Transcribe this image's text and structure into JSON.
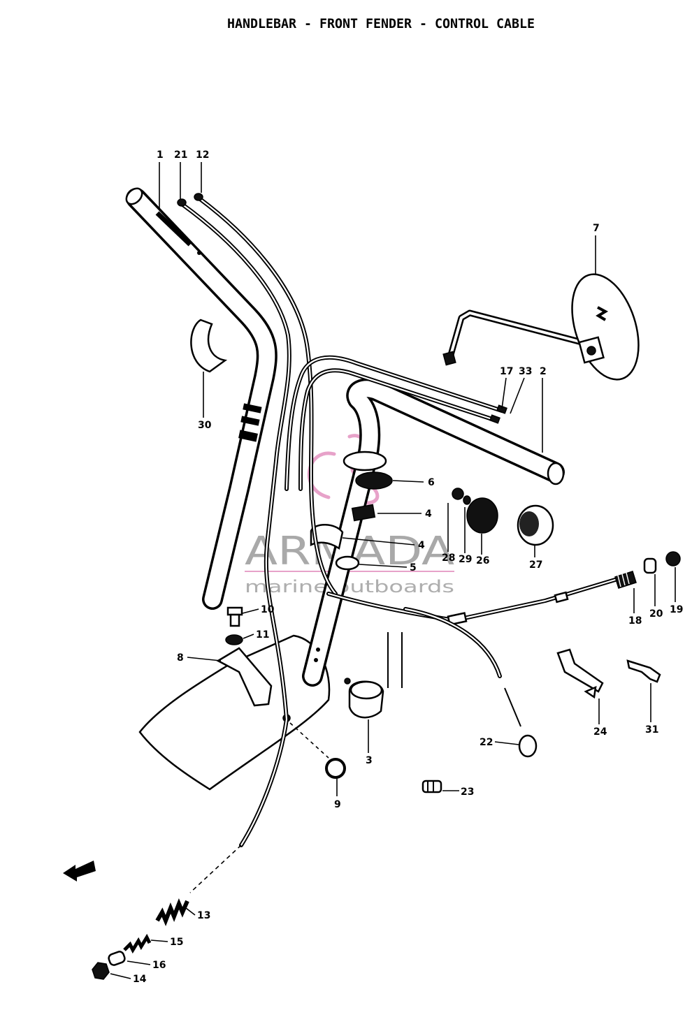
{
  "title": "HANDLEBAR - FRONT FENDER - CONTROL CABLE",
  "watermark": {
    "brand": "ARMADA",
    "tagline": "marine outboards"
  },
  "part_labels": [
    "1",
    "21",
    "12",
    "7",
    "17",
    "33",
    "2",
    "30",
    "6",
    "4",
    "4",
    "5",
    "28",
    "29",
    "26",
    "27",
    "18",
    "20",
    "19",
    "10",
    "11",
    "8",
    "3",
    "9",
    "22",
    "24",
    "31",
    "23",
    "13",
    "15",
    "16",
    "14"
  ],
  "colors": {
    "ink": "#000000",
    "paper": "#ffffff",
    "watermark_grey": "#9a9a9a",
    "watermark_pink": "#e7a2c9"
  }
}
